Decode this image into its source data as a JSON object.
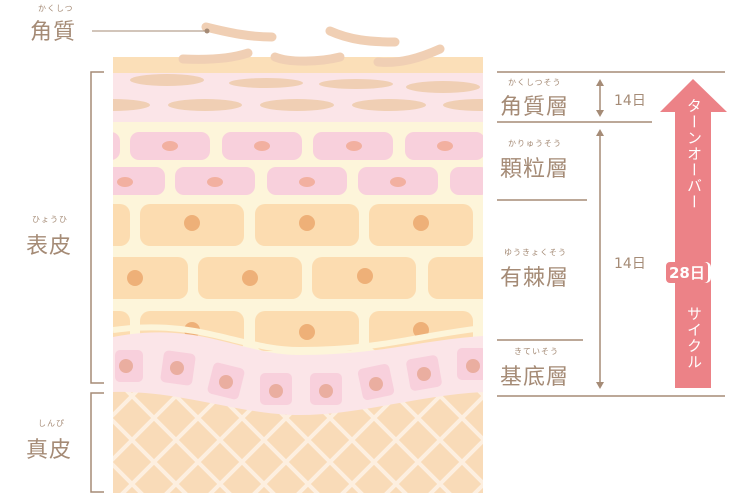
{
  "left_labels": {
    "stratum_corneum": {
      "label": "角質",
      "furigana": "かくしつ"
    },
    "epidermis": {
      "label": "表皮",
      "furigana": "ひょうひ"
    },
    "dermis": {
      "label": "真皮",
      "furigana": "しんぴ"
    }
  },
  "right_labels": [
    {
      "label": "角質層",
      "furigana": "かくしつそう"
    },
    {
      "label": "顆粒層",
      "furigana": "かりゅうそう"
    },
    {
      "label": "有棘層",
      "furigana": "ゆうきょくそう"
    },
    {
      "label": "基底層",
      "furigana": "きていそう"
    }
  ],
  "durations": {
    "upper": "14日",
    "lower": "14日"
  },
  "turnover": {
    "title": "ターンオーバー",
    "days": "28日",
    "suffix": "サイクル"
  },
  "colors": {
    "text": "#a58b76",
    "arrow": "#ec8287",
    "corneum": "#f0cfb4",
    "granular": "#f8d0dc",
    "spinous": "#fcdcb0",
    "nucleus": "#eeb078"
  }
}
